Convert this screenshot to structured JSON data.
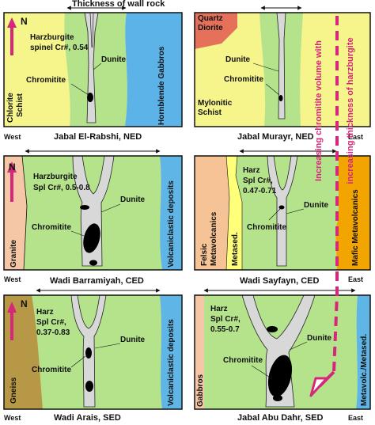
{
  "header": {
    "wall_rock_label": "Thickness of  wall rock"
  },
  "panels": [
    {
      "caption": "Jabal El-Rabshi, NED",
      "labels": {
        "north": "N",
        "west": "West",
        "harz_line1": "Harzburgite",
        "harz_line2": "spinel Cr#, 0.54",
        "dunite": "Dunite",
        "chromitite": "Chromitite",
        "left_unit_1": "Chlorite",
        "left_unit_2": "Schist",
        "right_unit": "Hornblende Gabbros"
      }
    },
    {
      "caption": "Jabal Murayr, NED",
      "labels": {
        "east": "East",
        "quartz_1": "Quartz",
        "quartz_2": "Diorite",
        "dunite": "Dunite",
        "chromitite": "Chromitite",
        "mylo_1": "Mylonitic",
        "mylo_2": "Schist"
      }
    },
    {
      "caption": "Wadi Barramiyah, CED",
      "labels": {
        "north": "N",
        "west": "West",
        "harz_line1": "Harzburgite",
        "harz_line2": "Spl Cr#, 0.5-0.8",
        "dunite": "Dunite",
        "chromitite": "Chromitite",
        "left_unit": "Granite",
        "right_unit": "Volcaniclastic deposits"
      }
    },
    {
      "caption": "Wadi Sayfayn, CED",
      "labels": {
        "east": "East",
        "harz_line1": "Harz",
        "harz_line2": "Spl Cr#,",
        "harz_line3": "0.47-0.71",
        "dunite": "Dunite",
        "chromitite": "Chromitite",
        "felsic_1": "Felsic",
        "felsic_2": "Metavolcanics",
        "metased": "Metased.",
        "mafic": "Mafic Metavolcanics"
      }
    },
    {
      "caption": "Wadi Arais, SED",
      "labels": {
        "north": "N",
        "west": "West",
        "harz_line1": "Harz",
        "harz_line2": "Spl Cr#,",
        "harz_line3": "0.37-0.83",
        "dunite": "Dunite",
        "chromitite": "Chromitite",
        "left_unit": "Gneiss",
        "right_unit": "Volcaniclastic deposits"
      }
    },
    {
      "caption": "Jabal Abu Dahr, SED",
      "labels": {
        "east": "East",
        "harz_line1": "Harz",
        "harz_line2": "Spl Cr#,",
        "harz_line3": "0.55-0.7",
        "dunite": "Dunite",
        "chromitite": "Chromitite",
        "gabbros": "Gabbros",
        "right_unit": "Metavolc./Metased."
      }
    }
  ],
  "trend": {
    "line1": "Increasing chromitite volume with",
    "line2": "increasing thickness of harzburgite"
  },
  "colors": {
    "harzburgite": "#b4e38c",
    "dunite": "#d8d8d8",
    "chromitite": "#000000",
    "schist": "#f5f58c",
    "gabbro": "#5cb3e8",
    "diorite": "#e5715a",
    "granite": "#f6c7a7",
    "volcaniclastic": "#5fb6e6",
    "felsic": "#f5c396",
    "metased": "#ffff7a",
    "mafic": "#f2a400",
    "gneiss": "#b79846",
    "trend_arrow": "#d6287a",
    "north_arrow": "#d6287a"
  }
}
